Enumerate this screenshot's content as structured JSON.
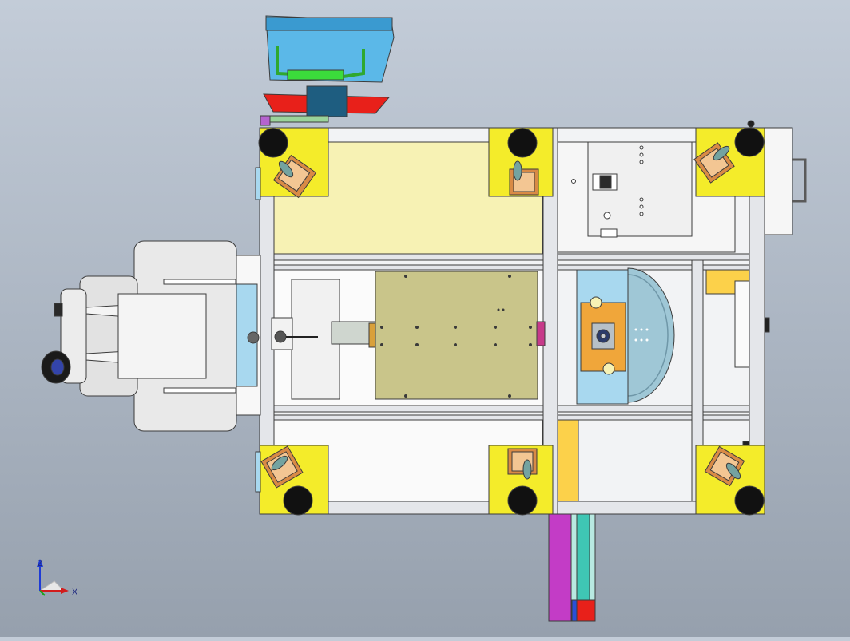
{
  "viewport": {
    "background_top": "#c3ccd8",
    "background_bottom": "#96a0ad",
    "model": "machine-assembly-top-view"
  },
  "triad": {
    "z_label": "Z",
    "x_label": "X",
    "z_color": "#1e3bd6",
    "x_color": "#d21c1c",
    "y_color": "#1aa31a"
  },
  "colors": {
    "frame": "#f2f3f5",
    "frame_line": "#4a4a4a",
    "corner_plate": "#f4ec2a",
    "caster_foot": "#111111",
    "caster_mount": "#d98a45",
    "panel_yellow": "#f7f2b4",
    "stage_plate": "#c9c58a",
    "rotary_blue": "#a8d8ef",
    "rotary_disk": "#9fc7d6",
    "fixture_orange": "#f0a63a",
    "gripper_blue": "#5bb8e8",
    "gripper_green": "#3bdc3b",
    "gripper_red": "#e8201a",
    "slide_magenta": "#c33cc6",
    "slide_teal": "#3fc6b4",
    "side_unit_gray": "#e9e9e9"
  }
}
